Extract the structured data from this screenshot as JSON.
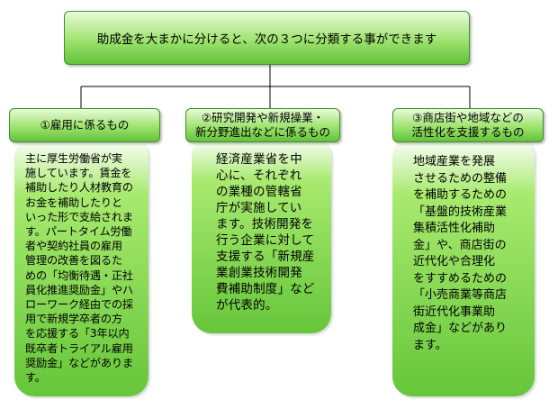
{
  "root": {
    "title": "助成金を大まかに分けると、次の３つに分類する事ができます"
  },
  "categories": [
    {
      "label": "①雇用に係るもの",
      "body": "主に厚生労働省が実\n施しています。賃金を\n補助したり人材教育の\nお金を補助したりと\nいった形で支給されま\nす。パートタイム労働\n者や契約社員の雇用\n管理の改善を図るた\nめの「均衡待遇・正社\n員化推進奨励金」やハ\nローワーク経由での採\n用で新規学卒者の方\nを応援する「3年以内\n既卒者トライアル雇用\n奨励金」などがありま\nす。"
    },
    {
      "label": "②研究開発や新規操業・新分野進出などに係るもの",
      "body": "経済産業省を中\n心に、それぞれ\nの業種の管轄省\n庁が実施してい\nます。技術開発を\n行う企業に対して\n支援する「新規産\n業創業技術開発\n費補助制度」など\nが代表的。"
    },
    {
      "label": "③商店街や地域などの活性化を支援するもの",
      "body": "地域産業を発展\nさせるための整備\nを補助するための\n「基盤的技術産業\n集積活性化補助\n金」や、商店街の\n近代化や合理化\nをすすめるための\n「小売商業等商店\n街近代化事業助\n成金」などがあり\nます。"
    }
  ],
  "colors": {
    "box_border": "#3e8f2e",
    "green_light": "#e9fbd9",
    "green_mid": "#9ee36f",
    "green_dark": "#63c238",
    "connector": "#000000"
  }
}
